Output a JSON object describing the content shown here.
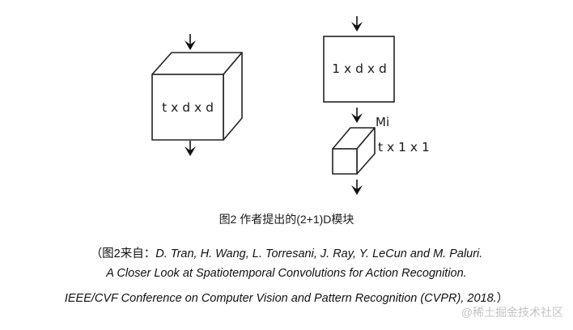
{
  "diagram": {
    "left_block": {
      "label": "t x d x d"
    },
    "right_block": {
      "spatial_label": "1 x d x d",
      "intermediate_label": "Mi",
      "temporal_label": "t x 1 x 1"
    }
  },
  "caption": "图2 作者提出的(2+1)D模块",
  "citation": {
    "prefix": "（图2来自：",
    "line1": "D. Tran, H. Wang, L. Torresani, J. Ray, Y. LeCun and M. Paluri.",
    "line2": "A Closer Look at Spatiotemporal Convolutions for Action Recognition.",
    "line3": "IEEE/CVF Conference on Computer Vision and Pattern Recognition (CVPR), 2018.",
    "suffix": "）"
  },
  "watermark": "@稀土掘金技术社区"
}
